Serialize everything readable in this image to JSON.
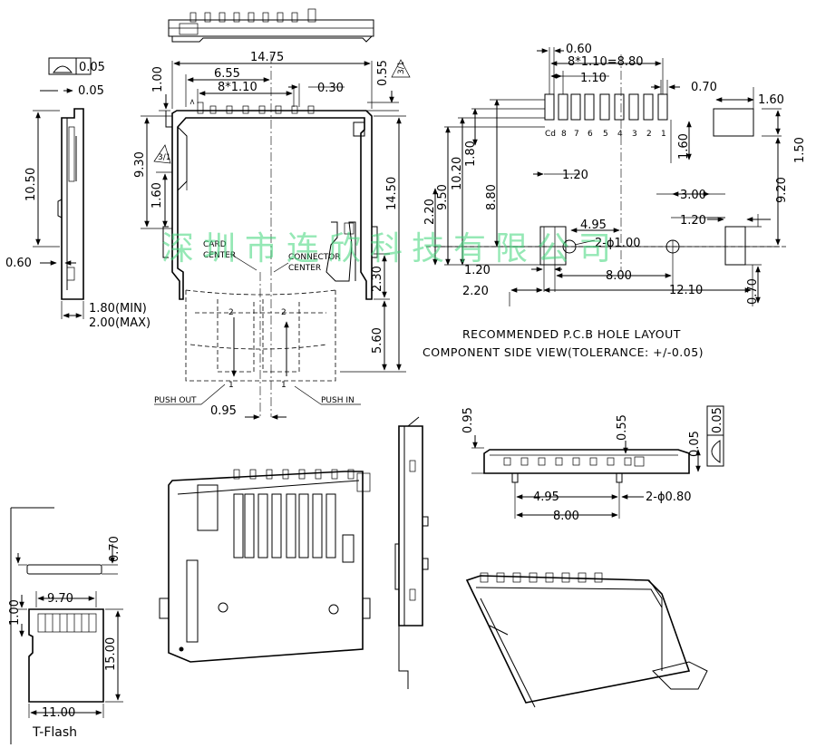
{
  "top_drawing": {
    "dims": {
      "total_width": "14.75",
      "card_offset": "6.55",
      "pitch": "8*1.10",
      "flat": "0.30",
      "top_055": "0.55",
      "left_100": "1.00",
      "height_930": "9.30",
      "height_160": "1.60",
      "height_1450": "14.50",
      "right_230": "2.30",
      "right_560": "5.60",
      "bottom_095": "0.95"
    },
    "labels": {
      "card_center": "CARD\nCENTER",
      "connector_center": "CONNECTOR\nCENTER",
      "push_out": "PUSH OUT",
      "push_in": "PUSH IN",
      "marker": "2",
      "marker_1": "1",
      "triangle_note": "3/1"
    }
  },
  "side_drawing": {
    "flatness_box": "0.05",
    "dims": {
      "top_005": "0.05",
      "height_1050": "10.50",
      "offset_060": "0.60",
      "thickness_min": "1.80(MIN)",
      "thickness_max": "2.00(MAX)"
    }
  },
  "pcb_layout": {
    "dims": {
      "d060": "0.60",
      "pitch": "8*1.10=8.80",
      "d110": "1.10",
      "d070_top": "0.70",
      "d160_right": "1.60",
      "d120_a": "1.20",
      "d160_mid": "1.60",
      "d150": "1.50",
      "d300": "3.00",
      "d920": "9.20",
      "d220": "2.20",
      "d950": "9.50",
      "d1020": "10.20",
      "d180": "1.80",
      "d880": "8.80",
      "d495": "4.95",
      "hole": "2-ϕ1.00",
      "d120_b": "1.20",
      "d120_c": "1.20",
      "d800": "8.00",
      "d220_b": "2.20",
      "d1210": "12.10",
      "d070_b": "0.70"
    },
    "pin_labels": [
      "Cd",
      "8",
      "7",
      "6",
      "5",
      "4",
      "3",
      "2",
      "1"
    ],
    "caption_line1": "RECOMMENDED P.C.B HOLE LAYOUT",
    "caption_line2": "COMPONENT SIDE VIEW(TOLERANCE: +/-0.05)"
  },
  "front_drawing": {
    "flatness_box": "0.05",
    "dims": {
      "d095": "0.95",
      "d055": "0.55",
      "d005": "0.05",
      "d495": "4.95",
      "hole": "2-ϕ0.80",
      "d800": "8.00"
    }
  },
  "tflash": {
    "dims": {
      "thickness": "0.70",
      "d100": "1.00",
      "width_970": "9.70",
      "height_1500": "15.00",
      "width_1100": "11.00"
    },
    "label": "T-Flash"
  },
  "watermark": "深圳市连欣科技有限公司"
}
